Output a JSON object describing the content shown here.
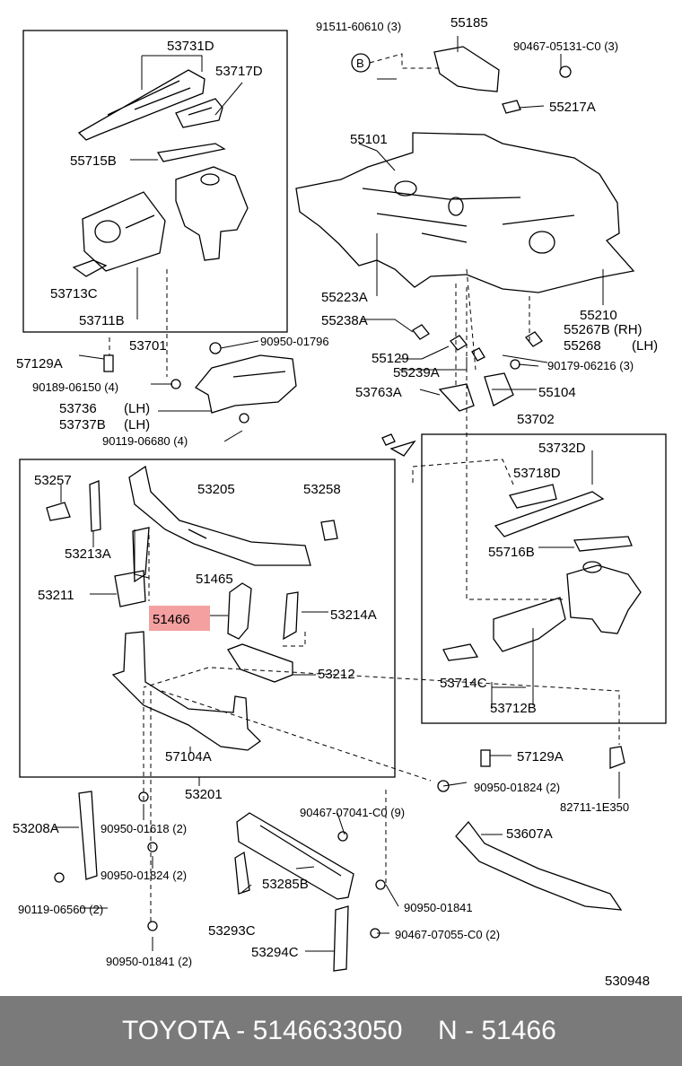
{
  "parts": {
    "p91511": "91511-60610 (3)",
    "p55185": "55185",
    "p90467a": "90467-05131-C0 (3)",
    "p53731D": "53731D",
    "p53717D": "53717D",
    "p55217A": "55217A",
    "p55101": "55101",
    "p55715B": "55715B",
    "p55223A": "55223A",
    "p55210": "55210",
    "p53713C": "53713C",
    "p53711B": "53711B",
    "p55238A": "55238A",
    "p55267B": "55267B (RH)",
    "p55268": "55268",
    "p55268lh": "(LH)",
    "p53701": "53701",
    "p90950a": "90950-01796",
    "p55129": "55129",
    "p57129A1": "57129A",
    "p55239A": "55239A",
    "p90179": "90179-06216 (3)",
    "p90189": "90189-06150 (4)",
    "p53763A": "53763A",
    "p55104": "55104",
    "p53736": "53736",
    "p53736lh": "(LH)",
    "p53737B": "53737B",
    "p53737lh": "(LH)",
    "p53702": "53702",
    "p90119a": "90119-06680 (4)",
    "p53732D": "53732D",
    "p53257": "53257",
    "p53205": "53205",
    "p53258": "53258",
    "p53718D": "53718D",
    "p53213A": "53213A",
    "p55716B": "55716B",
    "p51465": "51465",
    "p53211": "53211",
    "p51466": "51466",
    "p53214A": "53214A",
    "p53212": "53212",
    "p53714C": "53714C",
    "p53712B": "53712B",
    "p57104A": "57104A",
    "p57129A2": "57129A",
    "p90950b": "90950-01824 (2)",
    "p53201": "53201",
    "p82711": "82711-1E350",
    "p90467b": "90467-07041-C0 (9)",
    "p53208A": "53208A",
    "p90950c": "90950-01618 (2)",
    "p53607A": "53607A",
    "p90950d": "90950-01824 (2)",
    "p90950e": "90950-01841",
    "p53285B": "53285B",
    "p90119b": "90119-06560 (2)",
    "p53293C": "53293C",
    "p90467c": "90467-07055-C0 (2)",
    "p53294C": "53294C",
    "p90950f": "90950-01841 (2)",
    "code": "530948",
    "bolt_label": "B"
  },
  "footer": {
    "brand_part": "TOYOTA - 5146633050",
    "part_no": "N - 51466"
  },
  "colors": {
    "highlight": "#f4a0a0",
    "footer_bg": "#7a7a7a"
  }
}
